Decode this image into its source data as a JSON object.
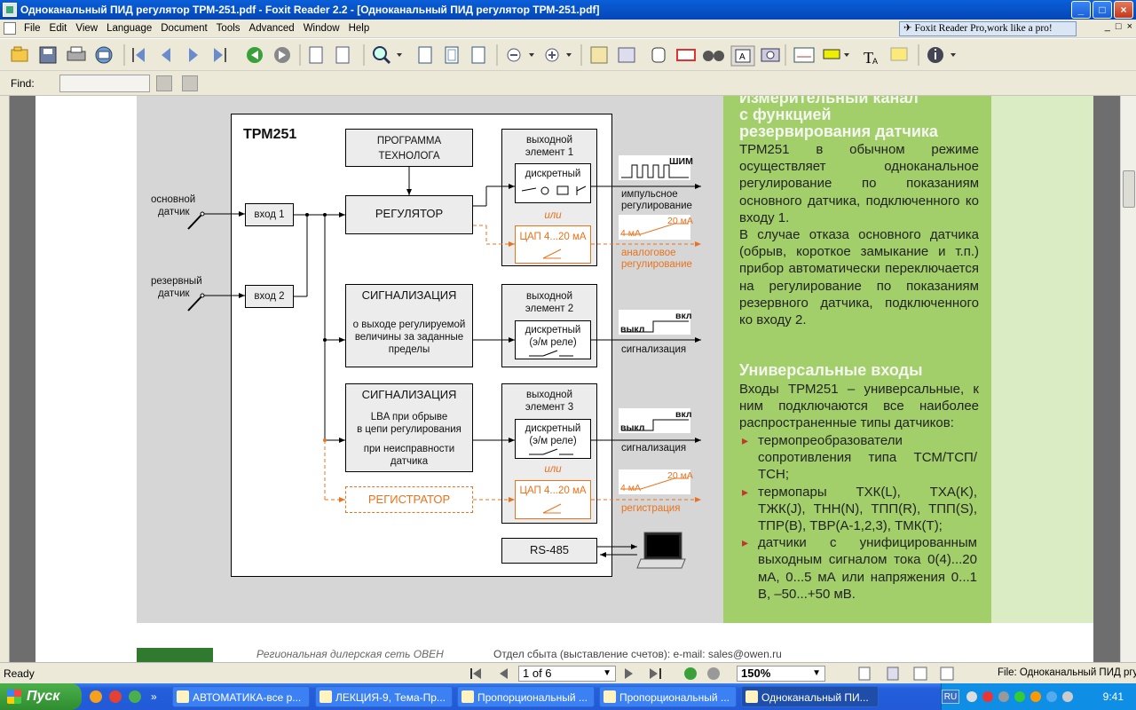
{
  "window": {
    "title": "Одноканальный ПИД рeгулятор ТРМ-251.pdf - Foxit Reader 2.2 - [Одноканальный ПИД рeгулятор ТРМ-251.pdf]",
    "min": "_",
    "max": "□",
    "close": "×"
  },
  "menu": {
    "items": [
      "File",
      "Edit",
      "View",
      "Language",
      "Document",
      "Tools",
      "Advanced",
      "Window",
      "Help"
    ],
    "ad": "Foxit Reader Pro,work like a pro!",
    "mdi_min": "_",
    "mdi_restore": "□",
    "mdi_close": "×"
  },
  "find": {
    "label": "Find:",
    "value": ""
  },
  "diagram": {
    "title": "ТРМ251",
    "program_l1": "ПРОГРАММА",
    "program_l2": "ТЕХНОЛОГА",
    "regulator": "РЕГУЛЯТОР",
    "sig1_title": "СИГНАЛИЗАЦИЯ",
    "sig1_l1": "о выходе регулируемой",
    "sig1_l2": "величины за заданные",
    "sig1_l3": "пределы",
    "sig2_title": "СИГНАЛИЗАЦИЯ",
    "sig2_l1": "LBA при обрыве",
    "sig2_l2": "в цепи регулирования",
    "sig2_l3": "при неисправности",
    "sig2_l4": "датчика",
    "registrator": "РЕГИСТРАТОР",
    "input1": "вход 1",
    "input2": "вход 2",
    "sensor_main_l1": "основной",
    "sensor_main_l2": "датчик",
    "sensor_res_l1": "резервный",
    "sensor_res_l2": "датчик",
    "out1_l1": "выходной",
    "out1_l2": "элемент 1",
    "out2_l1": "выходной",
    "out2_l2": "элемент 2",
    "out3_l1": "выходной",
    "out3_l2": "элемент 3",
    "discrete": "дискретный",
    "discrete_relay_l1": "дискретный",
    "discrete_relay_l2": "(э/м реле)",
    "or": "или",
    "dac": "ЦАП 4...20 мА",
    "rs485": "RS-485",
    "pwm": "ШИМ",
    "pulse_l1": "импульсное",
    "pulse_l2": "регулирование",
    "ma20": "20 мА",
    "ma4": "4 мА",
    "analog_l1": "аналоговое",
    "analog_l2": "регулирование",
    "off": "выкл",
    "on": "вкл",
    "signaling": "сигнализация",
    "registration": "регистрация"
  },
  "right": {
    "heading_cut": "Измерительный канал",
    "heading1_l1": "с функцией",
    "heading1_l2": "резервирования датчика",
    "para1": "ТРМ251 в обычном режиме осуществляет одноканальное регулирование по показаниям основного датчика, подключенного ко входу 1.",
    "para2": "В случае отказа основного датчика (обрыв, короткое замыкание и т.п.) прибор автоматически переключается на регулирование по показаниям резервного датчика, подключенного ко входу 2.",
    "heading2": "Универсальные входы",
    "para3": "Входы ТРМ251 – универсальные, к ним подключаются все наиболее распространенные типы датчиков:",
    "bullets": [
      "термопреобразователи сопротивления типа ТСМ/ТСП/ТСН;",
      "термопары ТХК(L), ТХА(K), ТЖК(J), ТНН(N), ТПП(R), ТПП(S), ТПР(B), ТВР(А-1,2,3), ТМК(T);",
      "датчики с унифицированным выходным сигналом тока 0(4)...20 мА, 0...5 мА или напряжения 0...1 В, –50...+50 мВ."
    ]
  },
  "bottom": {
    "left": "Региональная дилерская сеть ОВЕН",
    "right": "Отдел сбыта (выставление счетов): e-mail: sales@owen.ru"
  },
  "status": {
    "ready": "Ready",
    "page": "1 of 6",
    "zoom": "150%",
    "file": "File: Одноканальный ПИД ргул"
  },
  "taskbar": {
    "start": "Пуск",
    "tasks": [
      "АВТОМАТИКА-все р...",
      "ЛЕКЦИЯ-9, Тема-Пр...",
      "Пропорциональный ...",
      "Пропорциональный ...",
      "Одноканальный ПИ..."
    ],
    "lang": "RU",
    "clock": "9:41"
  }
}
